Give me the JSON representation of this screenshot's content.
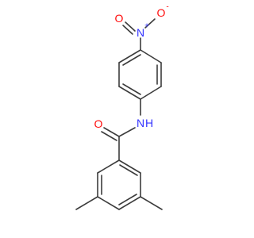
{
  "molecule": {
    "atom_labels": {
      "nitro_n": "N",
      "nitro_n_charge": "+",
      "nitro_o_left": "O",
      "nitro_o_right": "O",
      "nitro_o_right_charge": "-",
      "amide_n": "N",
      "amide_h": "H",
      "carbonyl_o": "O"
    },
    "colors": {
      "bond": "#3c3c3c",
      "nitrogen": "#3333ff",
      "oxygen": "#ff0d0d"
    }
  }
}
